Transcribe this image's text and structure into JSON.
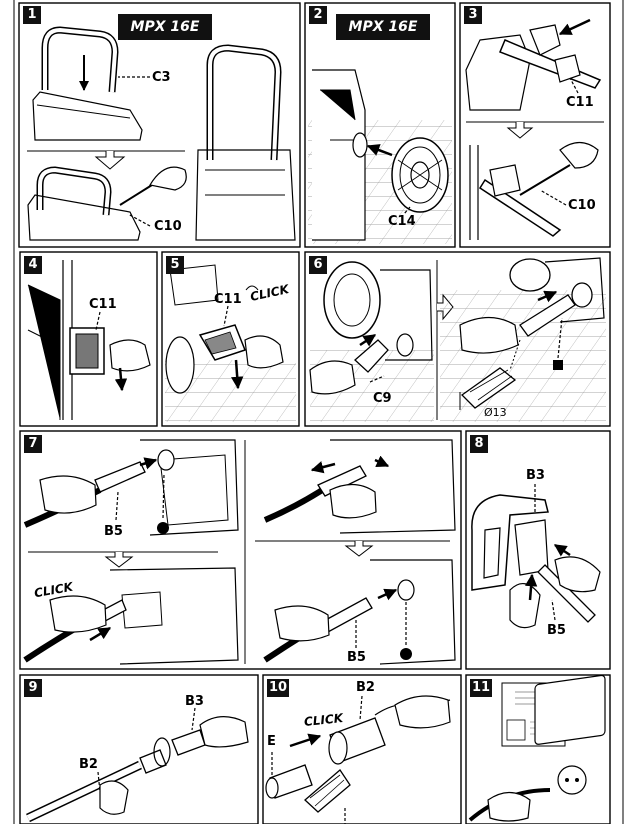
{
  "panels": [
    {
      "num": "1",
      "model": "MPX 16E",
      "labels": [
        "C3",
        "C10"
      ]
    },
    {
      "num": "2",
      "model": "MPX 16E",
      "labels": [
        "C14"
      ]
    },
    {
      "num": "3",
      "labels": [
        "C11",
        "C10"
      ]
    },
    {
      "num": "4",
      "labels": [
        "C11"
      ]
    },
    {
      "num": "5",
      "labels": [
        "C11"
      ],
      "click": "CLICK"
    },
    {
      "num": "6",
      "labels": [
        "C9"
      ],
      "measurement": "Ø13"
    },
    {
      "num": "7",
      "labels": [
        "B5",
        "B5"
      ],
      "click": "CLICK"
    },
    {
      "num": "8",
      "labels": [
        "B3",
        "B5"
      ]
    },
    {
      "num": "9",
      "labels": [
        "B3",
        "B2"
      ]
    },
    {
      "num": "10",
      "labels": [
        "B2",
        "E"
      ],
      "click": "CLICK"
    },
    {
      "num": "11"
    }
  ],
  "colors": {
    "ink": "#000000",
    "badge": "#111111",
    "paper": "#ffffff"
  },
  "icons": [
    "arrow-icon",
    "circle-marker-icon",
    "square-marker-icon",
    "direction-arrow-icon"
  ]
}
